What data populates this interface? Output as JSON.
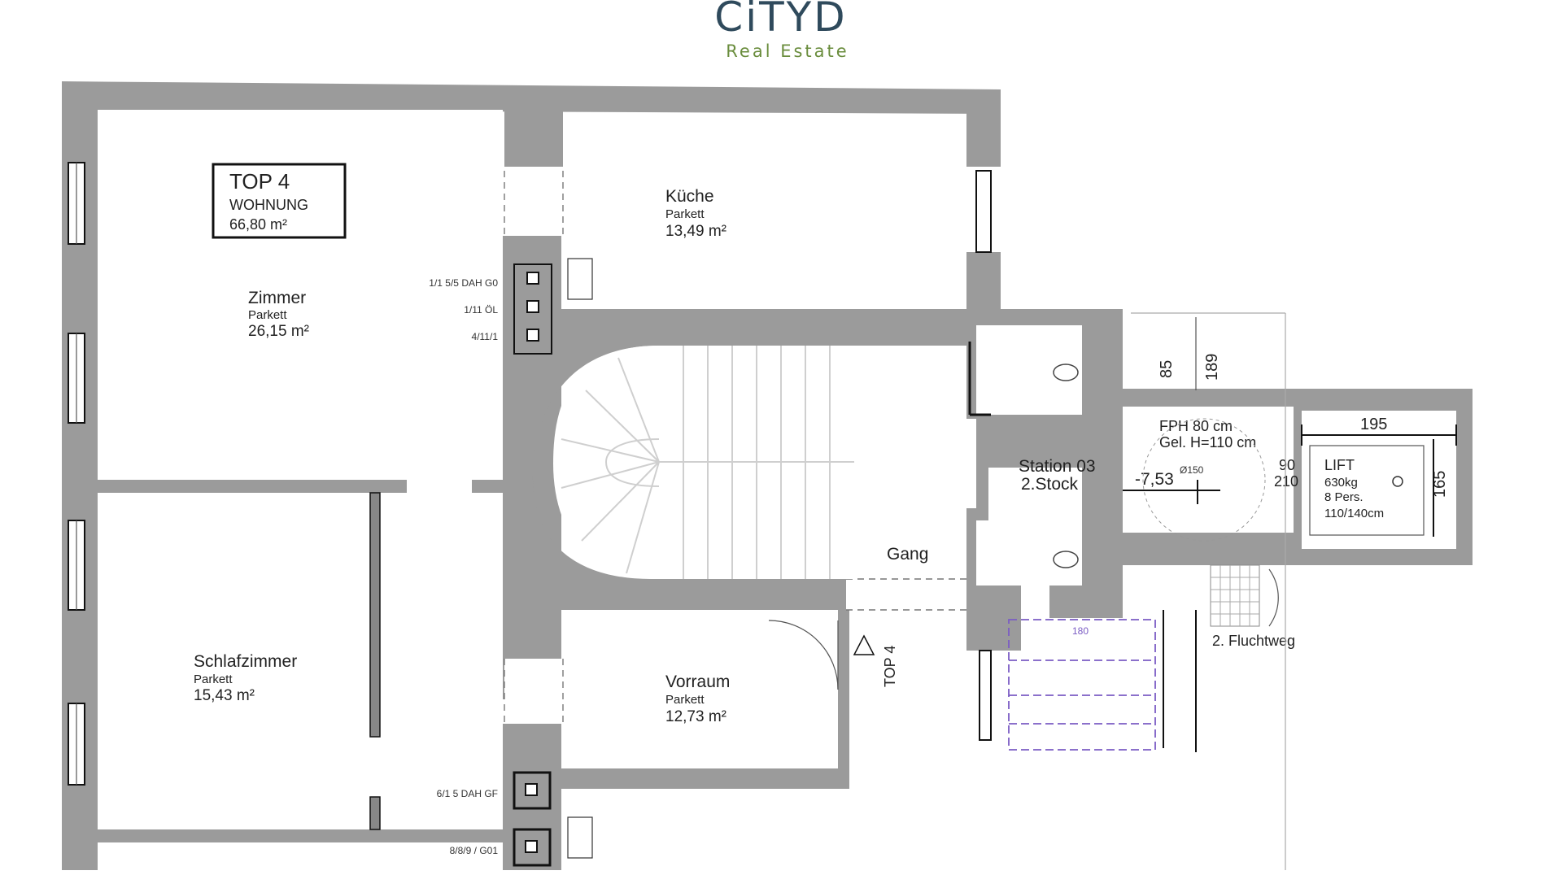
{
  "logo": {
    "name": "CiTYD",
    "tagline": "Real Estate",
    "colors": {
      "name": "#2f4a5c",
      "tagline": "#6a8d3d"
    }
  },
  "unit_box": {
    "title": "TOP 4",
    "type": "WOHNUNG",
    "area": "66,80 m²"
  },
  "rooms": {
    "zimmer": {
      "name": "Zimmer",
      "floor": "Parkett",
      "area": "26,15 m²"
    },
    "kueche": {
      "name": "Küche",
      "floor": "Parkett",
      "area": "13,49 m²"
    },
    "schlafzimmer": {
      "name": "Schlafzimmer",
      "floor": "Parkett",
      "area": "15,43 m²"
    },
    "vorraum": {
      "name": "Vorraum",
      "floor": "Parkett",
      "area": "12,73 m²"
    }
  },
  "shaft_labels": [
    "1/1 5/5 DAH G0",
    "1/11 ÖL",
    "4/11/1",
    "6/1 5 DAH GF",
    "8/8/9 / G01"
  ],
  "gang": "Gang",
  "top_marker": "TOP 4",
  "station": {
    "line1": "Station 03",
    "line2": "2.Stock"
  },
  "level": "-7,53",
  "fph": {
    "line1": "FPH 80 cm",
    "line2": "Gel. H=110 cm"
  },
  "dims": {
    "d85": "85",
    "d189": "189",
    "d195": "195",
    "d165": "165",
    "d90": "90",
    "d210": "210",
    "d0150": "Ø150",
    "d180": "180"
  },
  "lift": {
    "title": "LIFT",
    "load": "630kg",
    "persons": "8 Pers.",
    "size": "110/140cm"
  },
  "fluchtweg": "2. Fluchtweg",
  "colors": {
    "wall": "#9b9b9b",
    "lines": "#111111",
    "fire_escape": "#7b5cc4"
  }
}
